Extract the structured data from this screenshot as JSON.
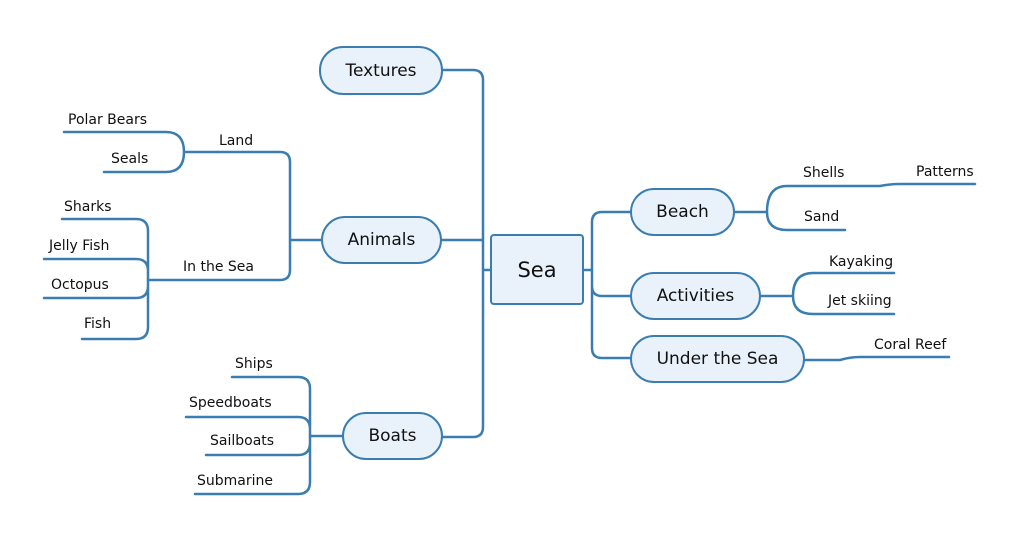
{
  "center": {
    "label": "Sea"
  },
  "branches": {
    "textures": {
      "label": "Textures"
    },
    "animals": {
      "label": "Animals",
      "land": {
        "label": "Land",
        "items": [
          "Polar Bears",
          "Seals"
        ]
      },
      "in_the_sea": {
        "label": "In the Sea",
        "items": [
          "Sharks",
          "Jelly Fish",
          "Octopus",
          "Fish"
        ]
      }
    },
    "boats": {
      "label": "Boats",
      "items": [
        "Ships",
        "Speedboats",
        "Sailboats",
        "Submarine"
      ]
    },
    "beach": {
      "label": "Beach",
      "shells": {
        "label": "Shells",
        "child": "Patterns"
      },
      "sand": {
        "label": "Sand"
      }
    },
    "activities": {
      "label": "Activities",
      "items": [
        "Kayaking",
        "Jet skiing"
      ]
    },
    "under_the_sea": {
      "label": "Under the Sea",
      "items": [
        "Coral Reef"
      ]
    }
  },
  "colors": {
    "line": "#3a7eb1",
    "node_fill": "#e9f2fb",
    "text": "#111111"
  }
}
